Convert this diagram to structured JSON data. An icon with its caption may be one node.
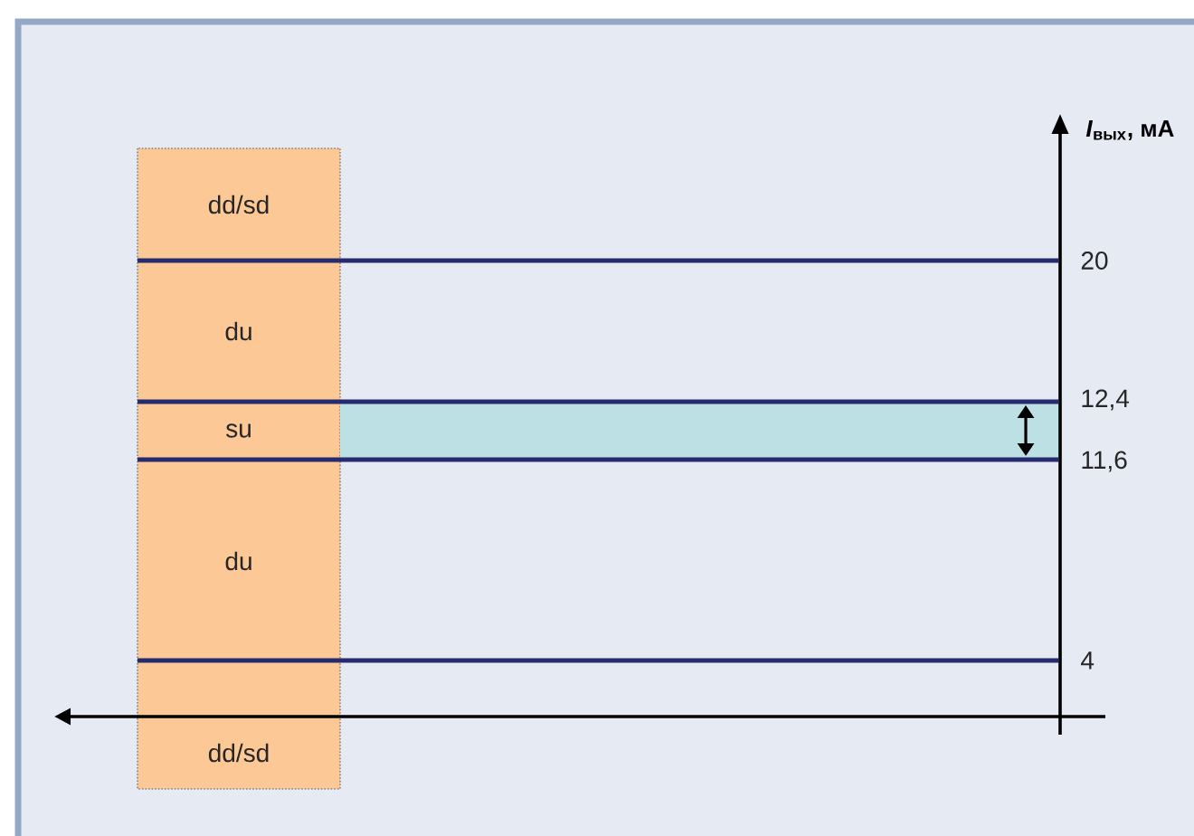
{
  "diagram": {
    "labels": [
      "*I*$_{вых}$, мА",
      "dd/sd",
      "20",
      "du",
      "12,4",
      "su",
      "11,6",
      "du",
      "4",
      "dd/sd"
    ]
  }
}
